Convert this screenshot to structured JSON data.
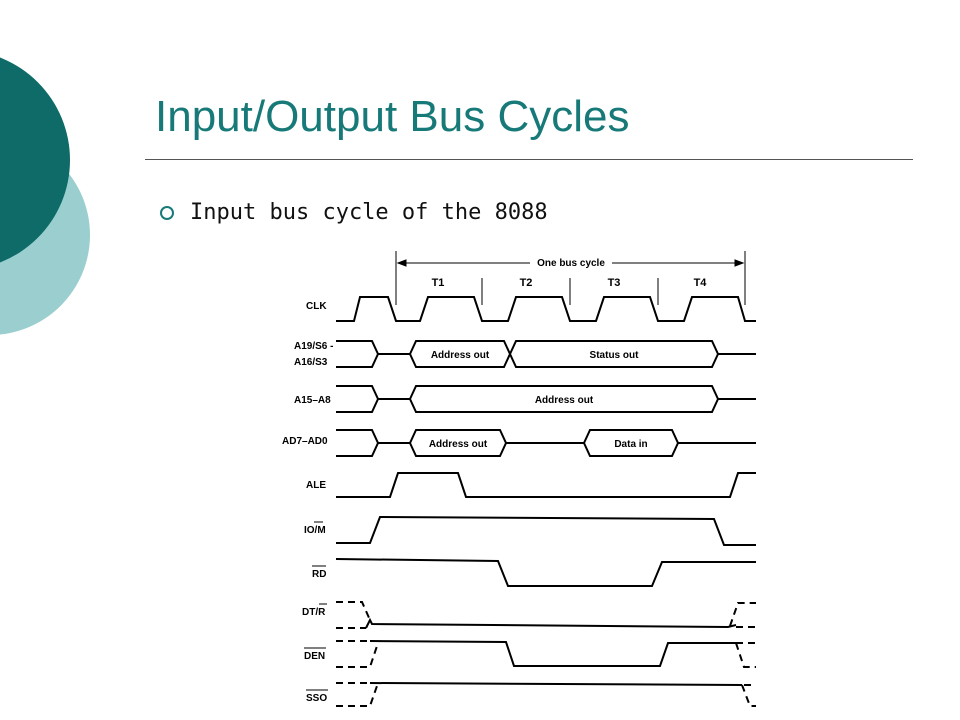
{
  "slide": {
    "title": "Input/Output Bus Cycles",
    "bullet": "Input bus cycle of the 8088",
    "bullet_icon": "hollow-circle-bullet-icon",
    "colors": {
      "accent_dark": "#0e6b67",
      "accent_light": "#9bcfcf",
      "title": "#177a78"
    }
  },
  "timing": {
    "bus_cycle_label": "One bus cycle",
    "states": [
      "T1",
      "T2",
      "T3",
      "T4"
    ],
    "signals": {
      "clk": "CLK",
      "a19_line1": "A19/S6 -",
      "a19_line2": "A16/S3",
      "a15": "A15–A8",
      "ad7": "AD7–AD0",
      "ale": "ALE",
      "iom": "IO/M",
      "rd": "RD",
      "dtr": "DT/R",
      "den": "DEN",
      "sso": "SSO"
    },
    "buses": {
      "a19_address": "Address out",
      "a19_status": "Status out",
      "a15_address": "Address out",
      "ad_address": "Address out",
      "ad_data": "Data in"
    }
  }
}
